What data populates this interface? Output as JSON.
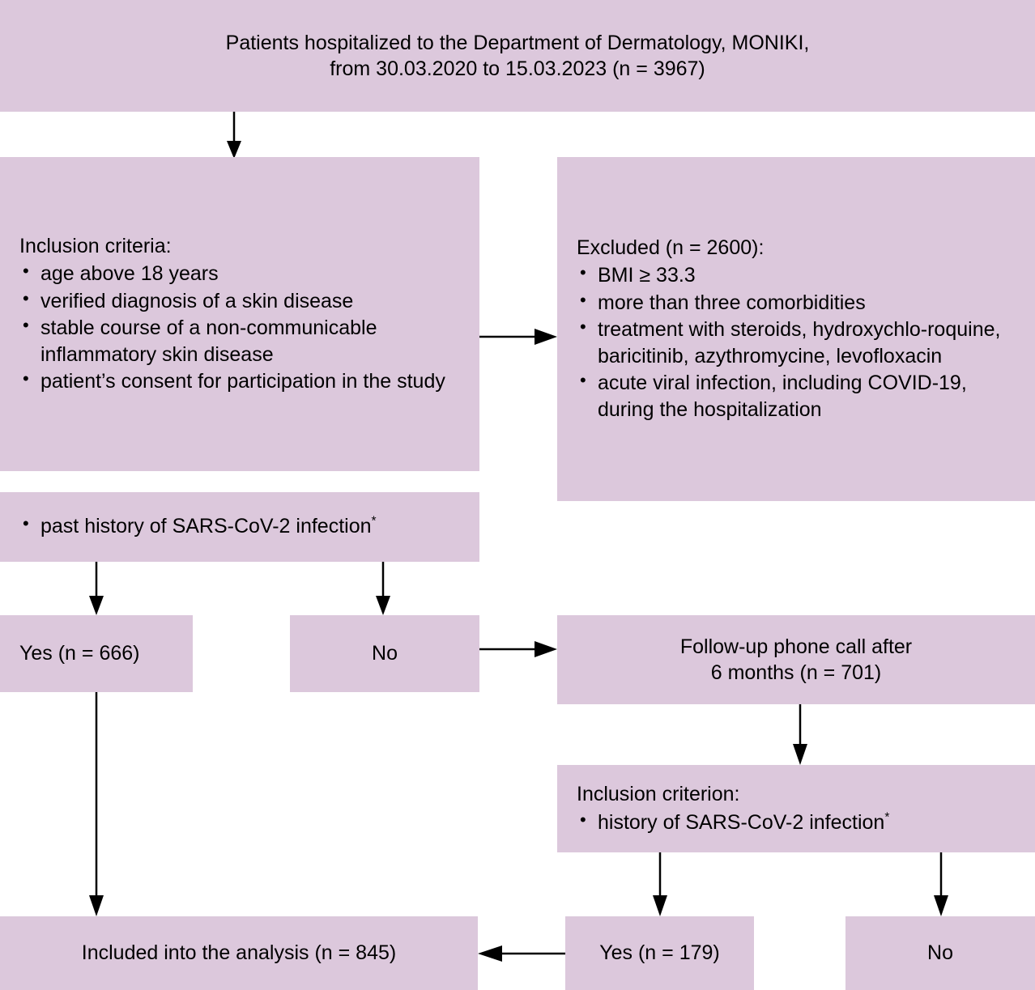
{
  "theme": {
    "box_fill": "#dcc8dc",
    "text_color": "#000000",
    "arrow_color": "#000000",
    "page_background": "#ffffff"
  },
  "chart_data": {
    "type": "diagram",
    "title": "Patient selection flow diagram",
    "nodes": [
      {
        "id": "source",
        "label": "Patients hospitalized to the Department of Dermatology, MONIKI, from 30.03.2020 to 15.03.2023 (n = 3967)",
        "n": 3967
      },
      {
        "id": "inclusion",
        "label": "Inclusion criteria",
        "n": null
      },
      {
        "id": "excluded",
        "label": "Excluded (n = 2600)",
        "n": 2600
      },
      {
        "id": "past-history",
        "label": "past history of SARS-CoV-2 infection*",
        "n": null
      },
      {
        "id": "yes-666",
        "label": "Yes (n = 666)",
        "n": 666
      },
      {
        "id": "no-1",
        "label": "No",
        "n": null
      },
      {
        "id": "followup",
        "label": "Follow-up phone call after 6 months (n = 701)",
        "n": 701
      },
      {
        "id": "inclusion-criterion",
        "label": "Inclusion criterion",
        "n": null
      },
      {
        "id": "yes-179",
        "label": "Yes (n = 179)",
        "n": 179
      },
      {
        "id": "no-2",
        "label": "No",
        "n": null
      },
      {
        "id": "included",
        "label": "Included into the analysis (n = 845)",
        "n": 845
      }
    ],
    "edges": [
      {
        "from": "source",
        "to": "inclusion"
      },
      {
        "from": "inclusion",
        "to": "excluded"
      },
      {
        "from": "past-history",
        "to": "yes-666"
      },
      {
        "from": "past-history",
        "to": "no-1"
      },
      {
        "from": "no-1",
        "to": "followup"
      },
      {
        "from": "followup",
        "to": "inclusion-criterion"
      },
      {
        "from": "inclusion-criterion",
        "to": "yes-179"
      },
      {
        "from": "inclusion-criterion",
        "to": "no-2"
      },
      {
        "from": "yes-666",
        "to": "included"
      },
      {
        "from": "yes-179",
        "to": "included"
      }
    ]
  },
  "nodes": {
    "source": {
      "line1": "Patients hospitalized to the Department of Dermatology, MONIKI,",
      "line2": "from 30.03.2020 to 15.03.2023 (n = 3967)"
    },
    "inclusion": {
      "heading": "Inclusion criteria:",
      "items": [
        "age above 18 years",
        "verified diagnosis of a skin disease",
        "stable course of a non-communicable inflammatory skin disease",
        "patient’s consent for participation in the study"
      ]
    },
    "excluded": {
      "heading": "Excluded (n = 2600):",
      "items": [
        "BMI ≥ 33.3",
        "more than three comorbidities",
        "treatment with steroids, hydroxychlo-roquine, baricitinib, azythromycine, levofloxacin",
        "acute viral infection, including COVID-19, during the hospitalization"
      ]
    },
    "past_history": {
      "text": "past history of SARS-CoV-2 infection",
      "marker": "*"
    },
    "yes_666": {
      "label": "Yes (n = 666)"
    },
    "no_1": {
      "label": "No"
    },
    "followup": {
      "line1": "Follow-up phone call after",
      "line2": "6 months (n = 701)"
    },
    "inclusion_criterion": {
      "heading": "Inclusion criterion:",
      "item": "history of SARS-CoV-2 infection",
      "marker": "*"
    },
    "yes_179": {
      "label": "Yes (n = 179)"
    },
    "no_2": {
      "label": "No"
    },
    "included": {
      "label": "Included into the analysis (n = 845)"
    }
  }
}
